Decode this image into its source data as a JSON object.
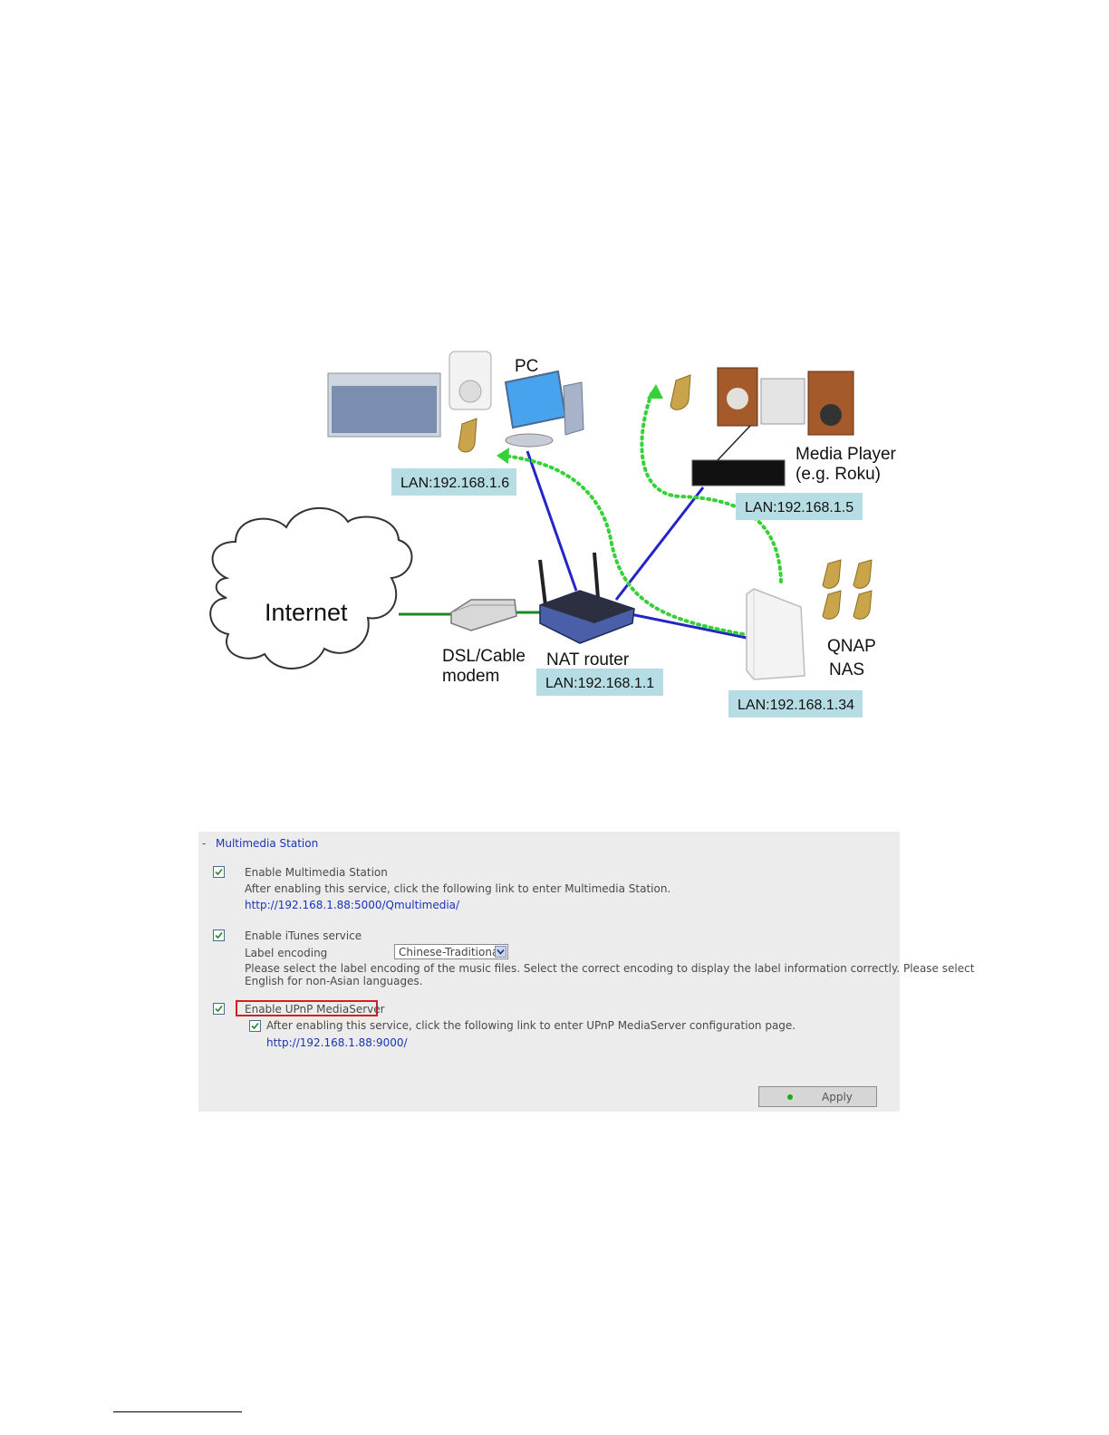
{
  "diagram": {
    "pc_label": "PC",
    "pc_lan": "LAN:192.168.1.6",
    "media_player_label_line1": "Media Player",
    "media_player_label_line2": "(e.g. Roku)",
    "media_player_lan": "LAN:192.168.1.5",
    "internet_label": "Internet",
    "modem_label_line1": "DSL/Cable",
    "modem_label_line2": "modem",
    "router_label": "NAT router",
    "router_lan": "LAN:192.168.1.1",
    "nas_label_line1": "QNAP",
    "nas_label_line2": "NAS",
    "nas_lan": "LAN:192.168.1.34",
    "colors": {
      "wire_blue": "#2424c8",
      "wire_green": "#1e8a1e",
      "stream_dotted": "#36d136",
      "label_bg": "#b6dde3"
    }
  },
  "panel": {
    "collapse_symbol": "-",
    "title": "Multimedia Station",
    "multimedia": {
      "enable_label": "Enable Multimedia Station",
      "description": "After enabling this service, click the following link to enter Multimedia Station.",
      "link": "http://192.168.1.88:5000/Qmultimedia/"
    },
    "itunes": {
      "enable_label": "Enable iTunes service",
      "encoding_label": "Label encoding",
      "encoding_value": "Chinese-Traditional",
      "note_line1": "Please select the label encoding of the music files. Select the correct encoding to display the label information correctly. Please select",
      "note_line2": "English for non-Asian languages."
    },
    "upnp": {
      "enable_label": "Enable UPnP MediaServer",
      "description": "After enabling this service, click the following link to enter UPnP MediaServer configuration page.",
      "link": "http://192.168.1.88:9000/"
    },
    "apply_label": "Apply"
  }
}
